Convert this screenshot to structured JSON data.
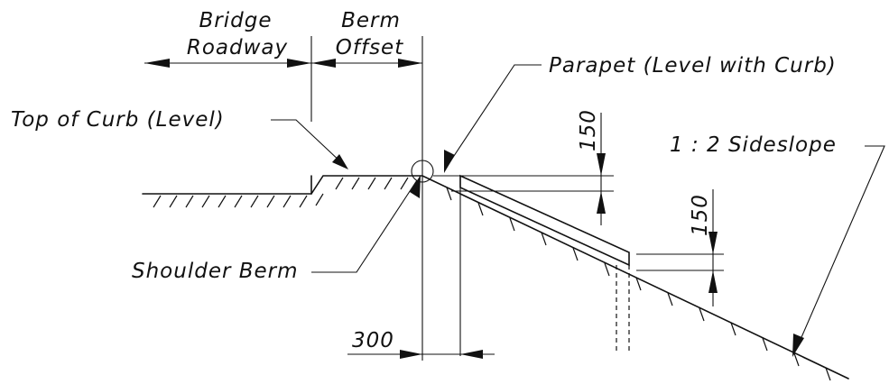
{
  "labels": {
    "bridge_roadway_line1": "Bridge",
    "bridge_roadway_line2": "Roadway",
    "berm_offset_line1": "Berm",
    "berm_offset_line2": "Offset",
    "parapet": "Parapet (Level with Curb)",
    "top_of_curb": "Top of Curb (Level)",
    "sideslope": "1 : 2  Sideslope",
    "shoulder_berm": "Shoulder Berm",
    "dim_150_upper": "150",
    "dim_150_lower": "150",
    "dim_300": "300"
  },
  "colors": {
    "ink": "#111111",
    "background": "#ffffff"
  }
}
